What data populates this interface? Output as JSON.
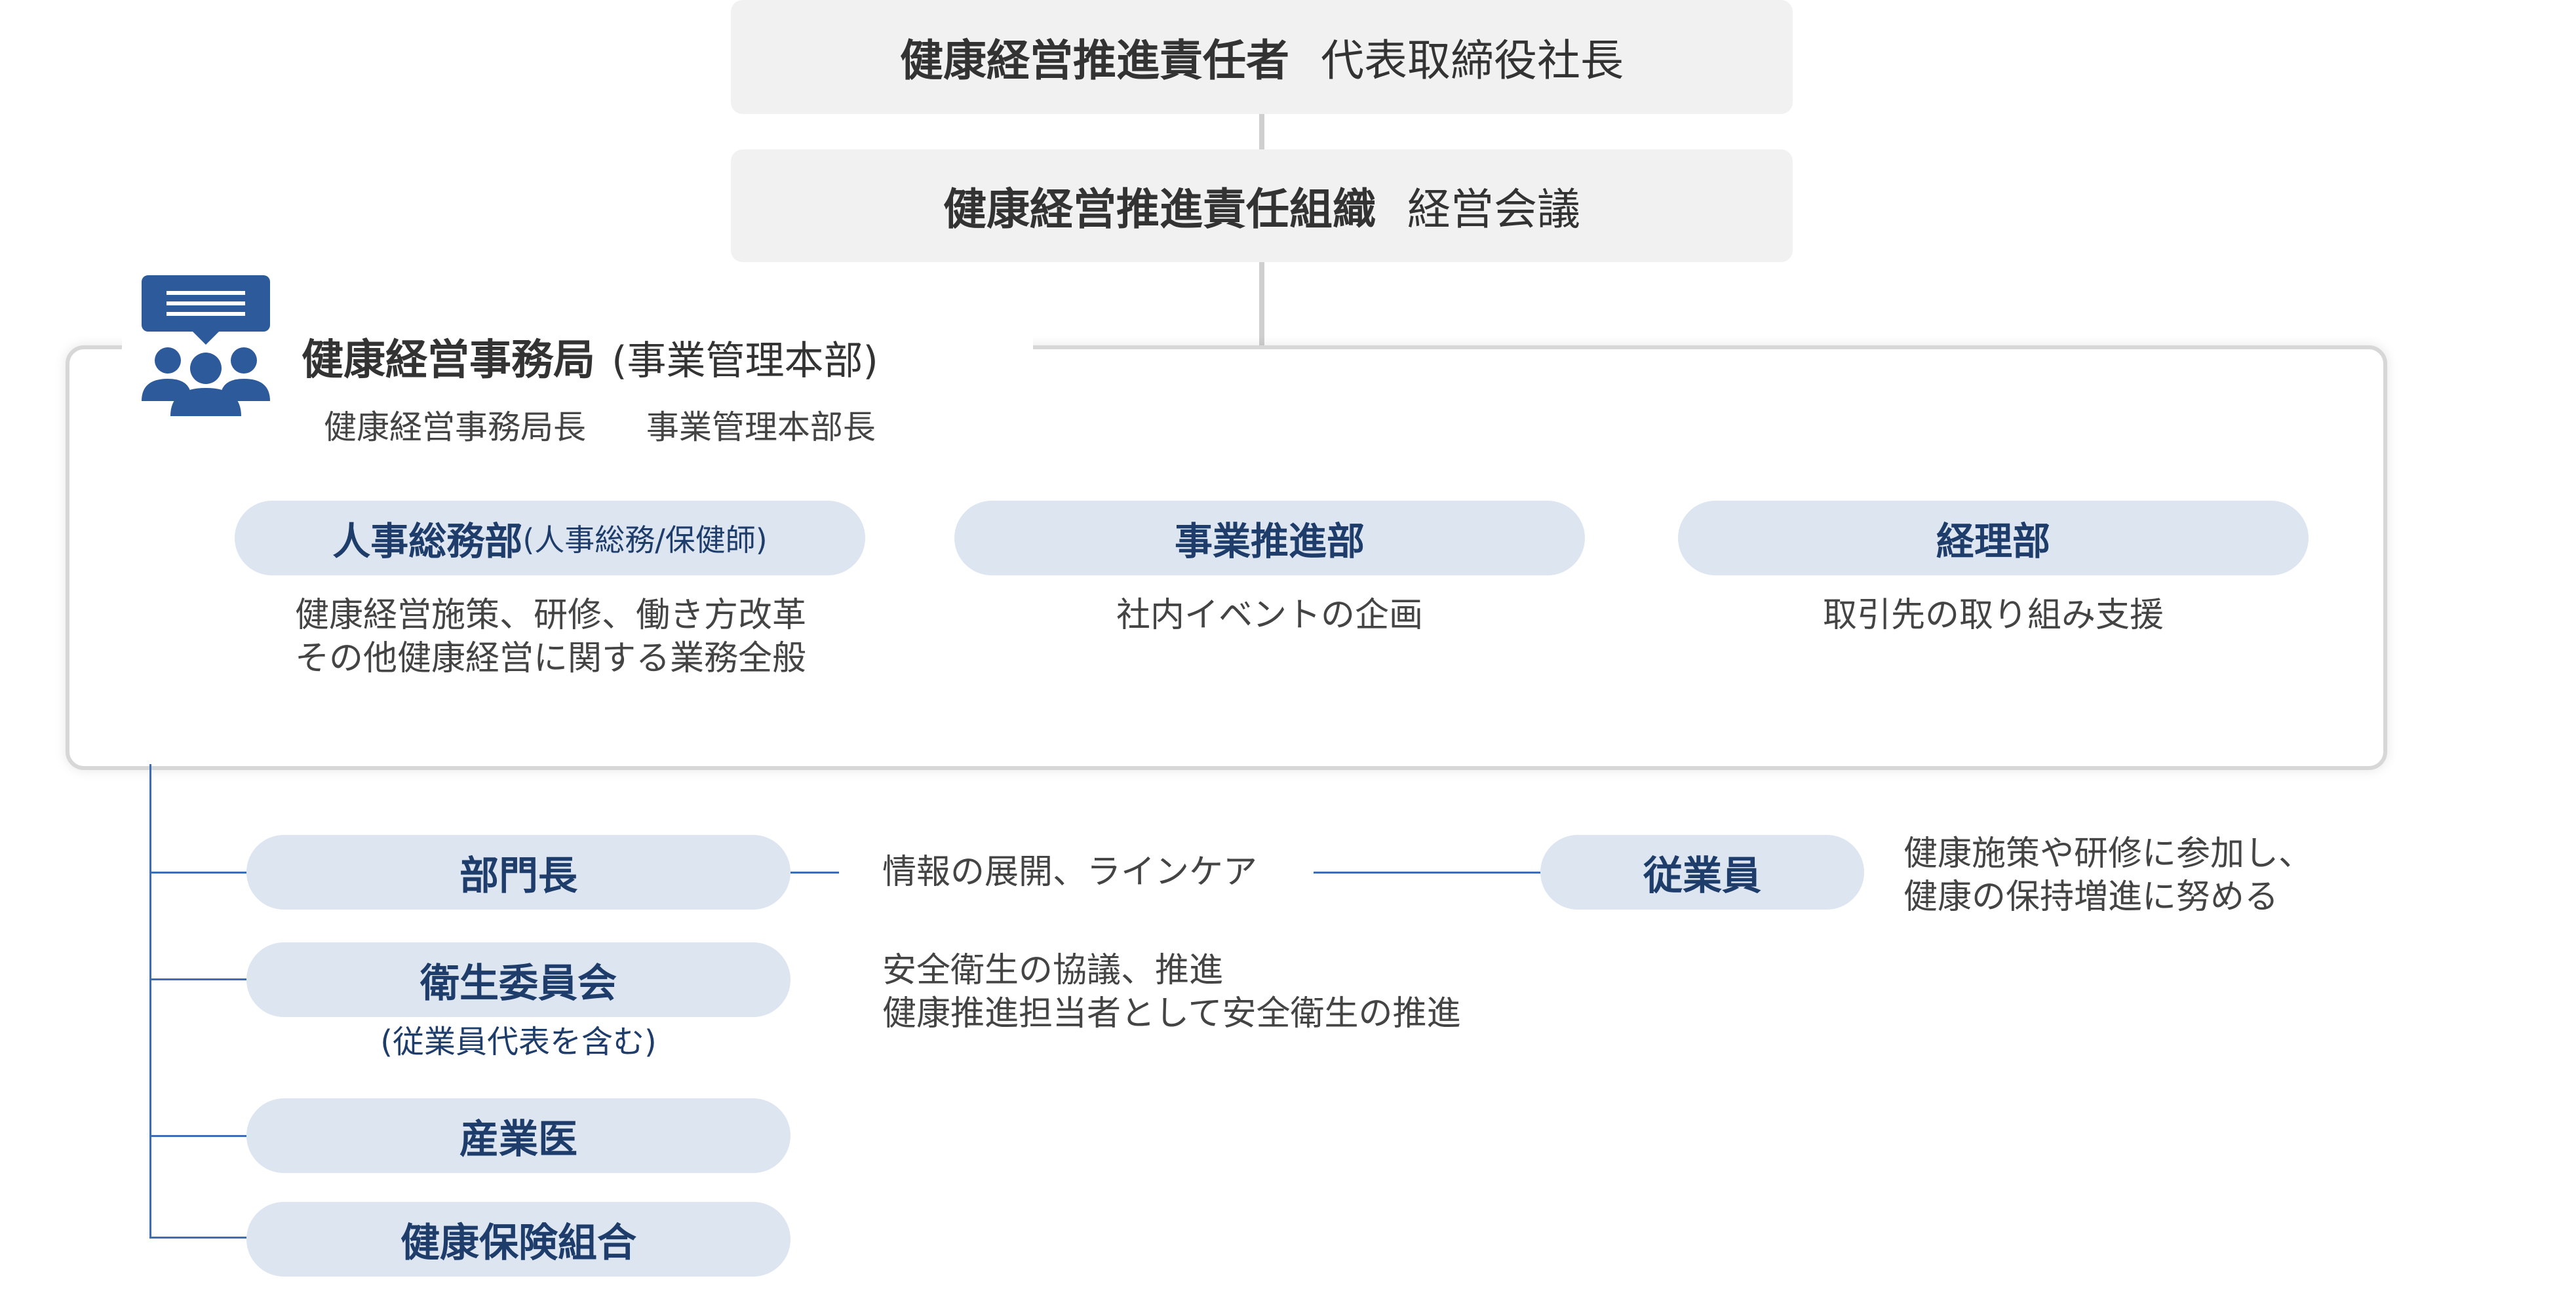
{
  "top": {
    "responsible_label": "健康経営推進責任者",
    "responsible_value": "代表取締役社長",
    "org_label": "健康経営推進責任組織",
    "org_value": "経営会議"
  },
  "office": {
    "icon": "people-meeting-icon",
    "title": "健康経営事務局",
    "title_sub": "(事業管理本部)",
    "roles": [
      "健康経営事務局長",
      "事業管理本部長"
    ],
    "departments": [
      {
        "name": "人事総務部",
        "sub": "(人事総務/保健師)",
        "desc": [
          "健康経営施策、研修、働き方改革",
          "その他健康経営に関する業務全般"
        ]
      },
      {
        "name": "事業推進部",
        "sub": "",
        "desc": [
          "社内イベントの企画"
        ]
      },
      {
        "name": "経理部",
        "sub": "",
        "desc": [
          "取引先の取り組み支援"
        ]
      }
    ]
  },
  "lower": {
    "dept_head": {
      "name": "部門長",
      "desc": "情報の展開、ラインケア"
    },
    "employee": {
      "name": "従業員",
      "desc": [
        "健康施策や研修に参加し、",
        "健康の保持増進に努める"
      ]
    },
    "committee": {
      "name": "衛生委員会",
      "note": "(従業員代表を含む)",
      "desc": [
        "安全衛生の協議、推進",
        "健康推進担当者として安全衛生の推進"
      ]
    },
    "doctor": {
      "name": "産業医"
    },
    "insurance": {
      "name": "健康保険組合"
    }
  },
  "colors": {
    "accent": "#1f3d6b",
    "pill_bg": "#dde5f0",
    "line": "#3e6db5",
    "box_gray": "#f1f1f1"
  }
}
